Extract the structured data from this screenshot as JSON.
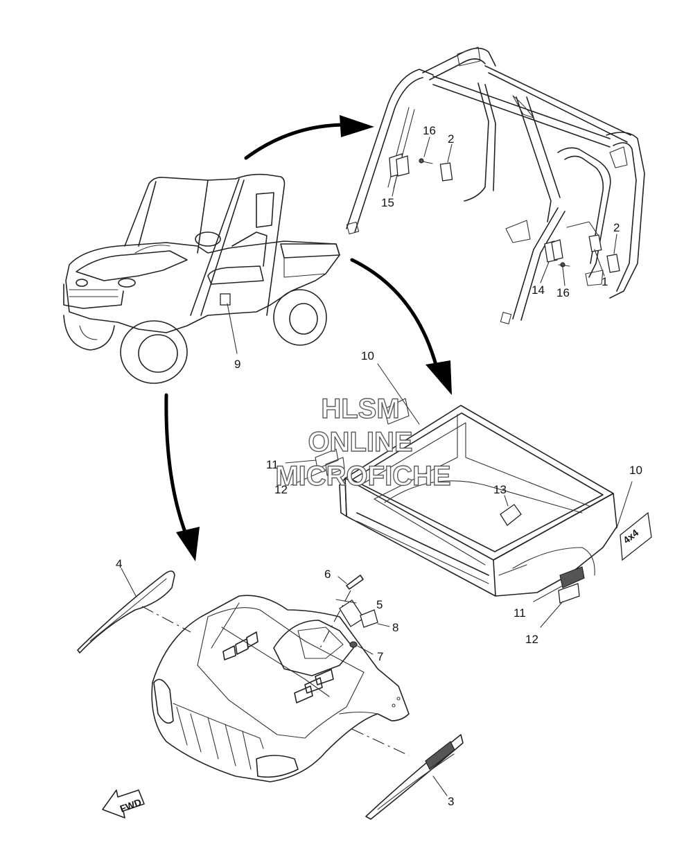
{
  "watermark": {
    "line1": "HLSM",
    "line2": "ONLINE",
    "line3": "MICROFICHE"
  },
  "fwd_label": "FWD",
  "callouts": {
    "c1": "1",
    "c2a": "2",
    "c2b": "2",
    "c3": "3",
    "c4": "4",
    "c5": "5",
    "c6": "6",
    "c7": "7",
    "c8": "8",
    "c9": "9",
    "c10a": "10",
    "c10b": "10",
    "c11a": "11",
    "c11b": "11",
    "c12a": "12",
    "c12b": "12",
    "c13": "13",
    "c14": "14",
    "c15": "15",
    "c16a": "16",
    "c16b": "16"
  },
  "colors": {
    "line": "#222222",
    "background": "#ffffff",
    "arrow": "#000000"
  }
}
